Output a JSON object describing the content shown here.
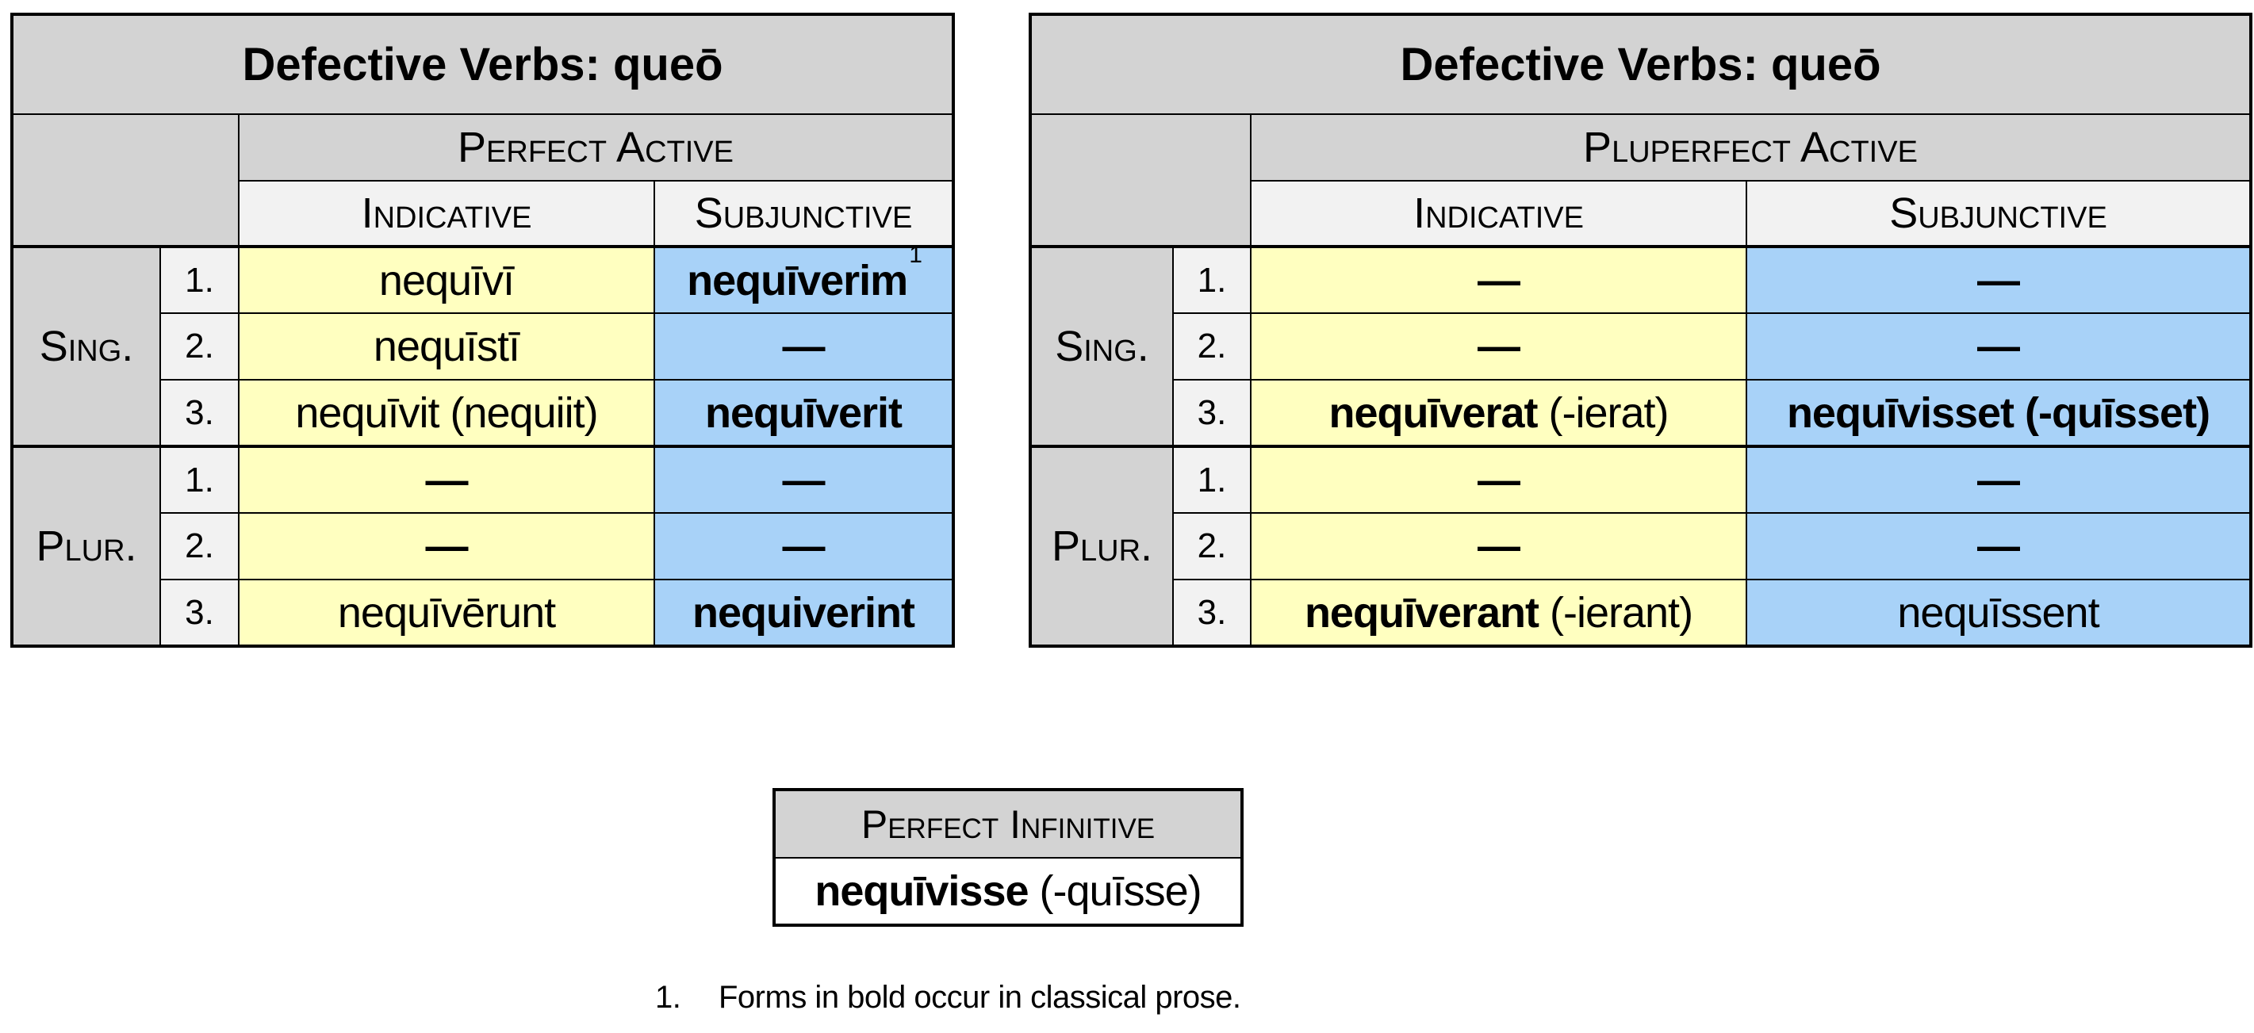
{
  "colors": {
    "header_gray": "#d3d3d3",
    "light_gray": "#f2f2f2",
    "indicative_yellow": "#ffffc0",
    "subjunctive_blue": "#a8d2f8",
    "border": "#000000"
  },
  "perfect_table": {
    "title": "Defective Verbs: queō",
    "tense": "Perfect Active",
    "columns": [
      "Indicative",
      "Subjunctive"
    ],
    "groups": [
      {
        "label": "Sing.",
        "rows": [
          {
            "num": "1.",
            "ind": {
              "b": "",
              "n": "nequīvī"
            },
            "subj": {
              "b": "nequīverim",
              "n": "",
              "sup": "1"
            }
          },
          {
            "num": "2.",
            "ind": {
              "b": "",
              "n": "nequīstī"
            },
            "subj": {
              "b": "—",
              "n": ""
            }
          },
          {
            "num": "3.",
            "ind": {
              "b": "",
              "n": "nequīvit (nequiit)"
            },
            "subj": {
              "b": "nequīverit",
              "n": ""
            }
          }
        ]
      },
      {
        "label": "Plur.",
        "rows": [
          {
            "num": "1.",
            "ind": {
              "b": "—",
              "n": ""
            },
            "subj": {
              "b": "—",
              "n": ""
            }
          },
          {
            "num": "2.",
            "ind": {
              "b": "—",
              "n": ""
            },
            "subj": {
              "b": "—",
              "n": ""
            }
          },
          {
            "num": "3.",
            "ind": {
              "b": "",
              "n": "nequīvērunt"
            },
            "subj": {
              "b": "nequiverint",
              "n": ""
            }
          }
        ]
      }
    ]
  },
  "pluperfect_table": {
    "title": "Defective Verbs: queō",
    "tense": "Pluperfect Active",
    "columns": [
      "Indicative",
      "Subjunctive"
    ],
    "groups": [
      {
        "label": "Sing.",
        "rows": [
          {
            "num": "1.",
            "ind": {
              "b": "—",
              "n": ""
            },
            "subj": {
              "b": "—",
              "n": ""
            }
          },
          {
            "num": "2.",
            "ind": {
              "b": "—",
              "n": ""
            },
            "subj": {
              "b": "—",
              "n": ""
            }
          },
          {
            "num": "3.",
            "ind": {
              "b": "nequīverat",
              "n": " (-ierat)"
            },
            "subj": {
              "b": "nequīvisset (-quīsset)",
              "n": ""
            }
          }
        ]
      },
      {
        "label": "Plur.",
        "rows": [
          {
            "num": "1.",
            "ind": {
              "b": "—",
              "n": ""
            },
            "subj": {
              "b": "—",
              "n": ""
            }
          },
          {
            "num": "2.",
            "ind": {
              "b": "—",
              "n": ""
            },
            "subj": {
              "b": "—",
              "n": ""
            }
          },
          {
            "num": "3.",
            "ind": {
              "b": "nequīverant",
              "n": " (-ierant)"
            },
            "subj": {
              "b": "",
              "n": "nequīssent"
            }
          }
        ]
      }
    ]
  },
  "infinitive_table": {
    "header": "Perfect Infinitive",
    "value": {
      "b": "nequīvisse",
      "n": " (-quīsse)"
    }
  },
  "footnote": {
    "marker": "1.",
    "text": "Forms in bold occur in classical prose."
  }
}
